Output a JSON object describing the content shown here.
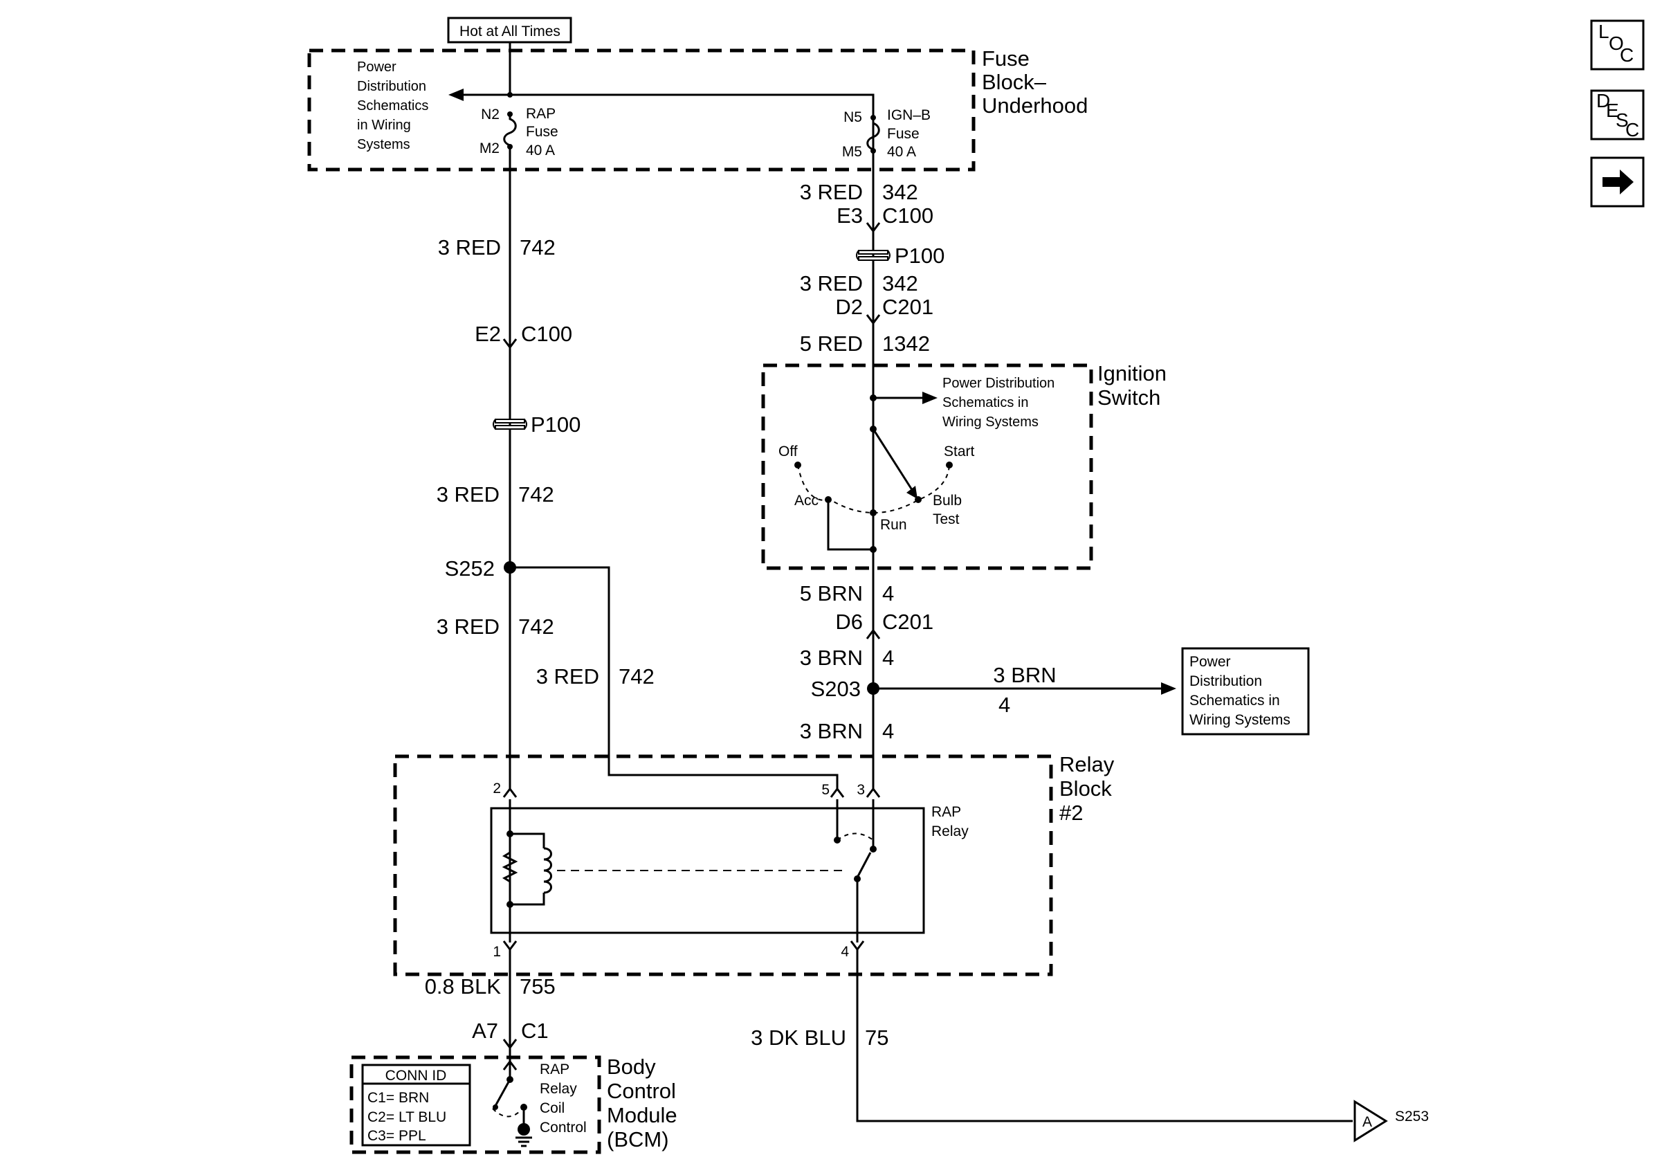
{
  "header": {
    "hot_label": "Hot at All Times"
  },
  "fuse_block": {
    "title": [
      "Fuse",
      "Block–",
      "Underhood"
    ],
    "pd_ref": [
      "Power",
      "Distribution",
      "Schematics",
      "in Wiring",
      "Systems"
    ],
    "rap_fuse": {
      "in_pin": "N2",
      "out_pin": "M2",
      "name": "RAP",
      "type": "Fuse",
      "rating": "40 A"
    },
    "ign_fuse": {
      "in_pin": "N5",
      "out_pin": "M5",
      "name": "IGN–B",
      "type": "Fuse",
      "rating": "40 A"
    }
  },
  "left_path": {
    "wire1": {
      "color": "3 RED",
      "circuit": "742"
    },
    "conn1": {
      "pin": "E2",
      "connector": "C100"
    },
    "splice_pack": "P100",
    "wire2": {
      "color": "3 RED",
      "circuit": "742"
    },
    "splice": "S252",
    "wire3": {
      "color": "3 RED",
      "circuit": "742"
    },
    "branch_wire": {
      "color": "3 RED",
      "circuit": "742"
    }
  },
  "right_path": {
    "wire1": {
      "color": "3 RED",
      "circuit": "342"
    },
    "conn1": {
      "pin": "E3",
      "connector": "C100"
    },
    "splice_pack": "P100",
    "wire2": {
      "color": "3 RED",
      "circuit": "342"
    },
    "conn2": {
      "pin": "D2",
      "connector": "C201"
    },
    "wire3": {
      "color": "5 RED",
      "circuit": "1342"
    }
  },
  "ignition_switch": {
    "title": [
      "Ignition",
      "Switch"
    ],
    "pd_ref": [
      "Power Distribution",
      "Schematics in",
      "Wiring Systems"
    ],
    "positions": {
      "off": "Off",
      "start": "Start",
      "acc": "Acc",
      "run": "Run",
      "bulb_test": [
        "Bulb",
        "Test"
      ]
    }
  },
  "lower_right": {
    "wire1": {
      "color": "5 BRN",
      "circuit": "4"
    },
    "conn": {
      "pin": "D6",
      "connector": "C201"
    },
    "wire2": {
      "color": "3 BRN",
      "circuit": "4"
    },
    "splice": "S203",
    "branch": {
      "color": "3 BRN",
      "circuit": "4"
    },
    "pd_ref": [
      "Power",
      "Distribution",
      "Schematics in",
      "Wiring Systems"
    ],
    "wire3": {
      "color": "3 BRN",
      "circuit": "4"
    }
  },
  "relay_block": {
    "title": [
      "Relay",
      "Block",
      "#2"
    ],
    "relay": [
      "RAP",
      "Relay"
    ],
    "pins": {
      "p1": "1",
      "p2": "2",
      "p3": "3",
      "p4": "4",
      "p5": "5"
    }
  },
  "bottom_left": {
    "wire": {
      "color": "0.8 BLK",
      "circuit": "755"
    },
    "conn": {
      "pin": "A7",
      "connector": "C1"
    }
  },
  "bcm": {
    "title": [
      "Body",
      "Control",
      "Module",
      "(BCM)"
    ],
    "conn_id_header": "CONN ID",
    "conn_ids": [
      "C1= BRN",
      "C2= LT BLU",
      "C3= PPL"
    ],
    "coil_label": [
      "RAP",
      "Relay",
      "Coil",
      "Control"
    ]
  },
  "bottom_right": {
    "wire": {
      "color": "3 DK BLU",
      "circuit": "75"
    },
    "offpage_letter": "A",
    "offpage_splice": "S253"
  },
  "side_icons": {
    "loc": [
      "L",
      "O",
      "C"
    ],
    "desc": [
      "D",
      "E",
      "S",
      "C"
    ]
  }
}
